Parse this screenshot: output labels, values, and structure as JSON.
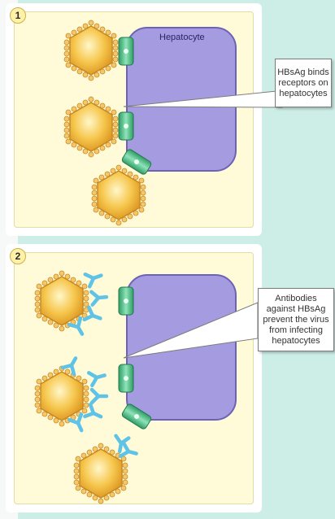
{
  "colors": {
    "background": "#cdeee6",
    "panel_fill": "#fffbd8",
    "hepatocyte_fill": "#a59be0",
    "hepatocyte_border": "#6d63b5",
    "receptor": "#4fc48e",
    "virus_core": "#f3b53c",
    "surface_antigen": "#f6c66a",
    "antibody": "#5ec3e6"
  },
  "panels": [
    {
      "step": "1",
      "cell_label": "Hepatocyte",
      "callout": "HBsAg binds\nreceptors on\nhepatocytes"
    },
    {
      "step": "2",
      "cell_label": "",
      "callout": "Antibodies\nagainst HBsAg\nprevent the virus\nfrom infecting\nhepatocytes"
    }
  ],
  "icons": {
    "virus": "hbv-virus-particle",
    "receptor": "hepatocyte-receptor",
    "antibody": "y-shaped-antibody"
  }
}
